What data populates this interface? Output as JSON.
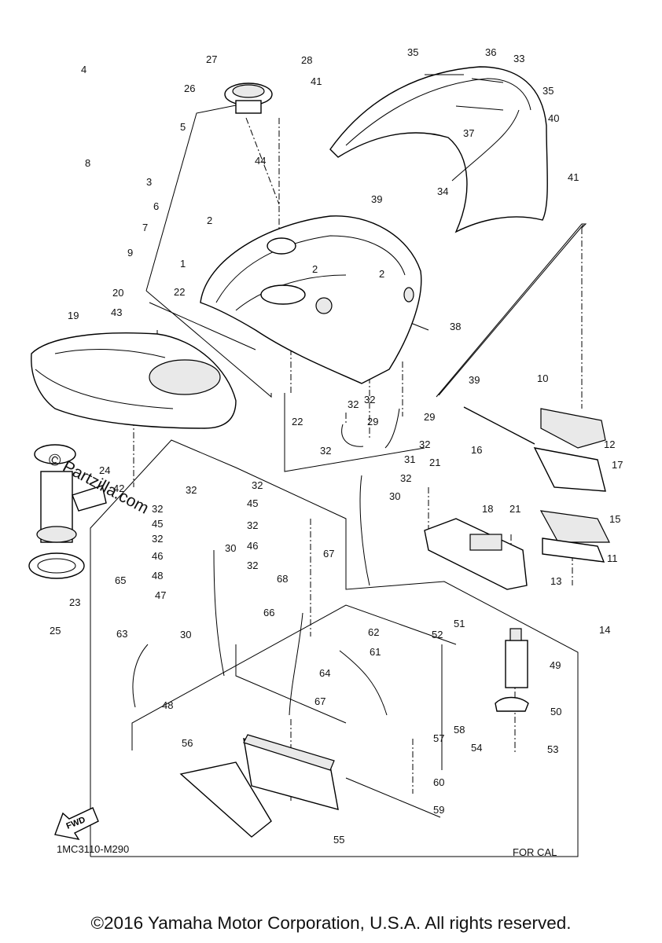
{
  "diagram": {
    "code": "1MC3110-M290",
    "region_note": "FOR CAL",
    "fwd_label": "FWD",
    "watermark": "© Partzilla.com",
    "copyright": "©2016 Yamaha Motor Corporation, U.S.A. All rights reserved.",
    "callouts": [
      "1",
      "2",
      "2",
      "2",
      "3",
      "4",
      "5",
      "6",
      "7",
      "8",
      "9",
      "10",
      "11",
      "12",
      "13",
      "14",
      "15",
      "16",
      "17",
      "18",
      "19",
      "20",
      "21",
      "21",
      "22",
      "22",
      "23",
      "24",
      "25",
      "26",
      "27",
      "28",
      "29",
      "29",
      "30",
      "30",
      "30",
      "31",
      "32",
      "32",
      "32",
      "32",
      "32",
      "32",
      "32",
      "32",
      "32",
      "32",
      "32",
      "33",
      "34",
      "35",
      "35",
      "36",
      "37",
      "38",
      "39",
      "39",
      "40",
      "41",
      "41",
      "42",
      "43",
      "44",
      "45",
      "45",
      "46",
      "46",
      "47",
      "48",
      "48",
      "49",
      "50",
      "51",
      "52",
      "53",
      "54",
      "55",
      "56",
      "57",
      "58",
      "59",
      "60",
      "61",
      "62",
      "63",
      "64",
      "65",
      "66",
      "67",
      "67",
      "68"
    ]
  }
}
